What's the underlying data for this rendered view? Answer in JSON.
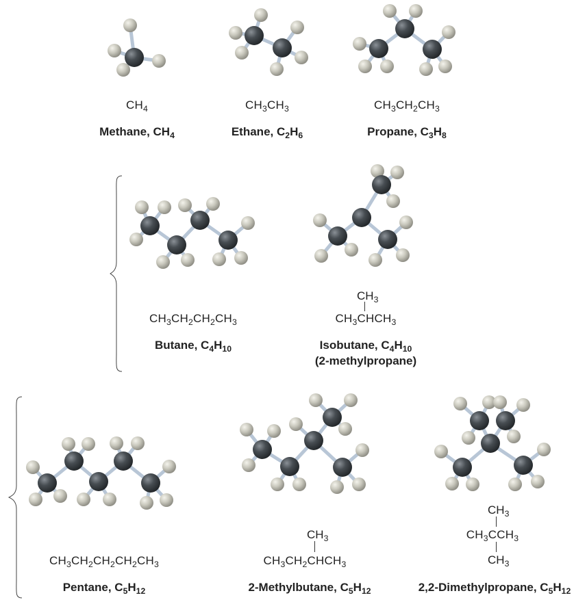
{
  "molecules": {
    "methane": {
      "formula": [
        "CH",
        "4"
      ],
      "name": [
        "Methane, CH",
        "4"
      ]
    },
    "ethane": {
      "formula": [
        "CH",
        "3",
        "CH",
        "3"
      ],
      "name": [
        "Ethane, C",
        "2",
        "H",
        "6"
      ]
    },
    "propane": {
      "formula": [
        "CH",
        "3",
        "CH",
        "2",
        "CH",
        "3"
      ],
      "name": [
        "Propane, C",
        "3",
        "H",
        "8"
      ]
    },
    "butane": {
      "formula": [
        "CH",
        "3",
        "CH",
        "2",
        "CH",
        "2",
        "CH",
        "3"
      ],
      "name": [
        "Butane, C",
        "4",
        "H",
        "10"
      ]
    },
    "isobutane": {
      "branch_top": [
        "CH",
        "3"
      ],
      "formula": [
        "CH",
        "3",
        "CHCH",
        "3"
      ],
      "name": [
        "Isobutane, C",
        "4",
        "H",
        "10"
      ],
      "alt_name": "(2-methylpropane)"
    },
    "pentane": {
      "formula": [
        "CH",
        "3",
        "CH",
        "2",
        "CH",
        "2",
        "CH",
        "2",
        "CH",
        "3"
      ],
      "name": [
        "Pentane, C",
        "5",
        "H",
        "12"
      ]
    },
    "methylbutane": {
      "branch_top": [
        "CH",
        "3"
      ],
      "formula": [
        "CH",
        "3",
        "CH",
        "2",
        "CHCH",
        "3"
      ],
      "name": [
        "2-Methylbutane, C",
        "5",
        "H",
        "12"
      ]
    },
    "dimethylpropane": {
      "branch_top": [
        "CH",
        "3"
      ],
      "formula": [
        "CH",
        "3",
        "CCH",
        "3"
      ],
      "branch_bottom": [
        "CH",
        "3"
      ],
      "name": [
        "2,2-Dimethylpropane, C",
        "5",
        "H",
        "12"
      ]
    }
  },
  "colors": {
    "carbon": "#3d4246",
    "hydrogen": "#c9c8bd",
    "bond": "#b8c6d6"
  }
}
